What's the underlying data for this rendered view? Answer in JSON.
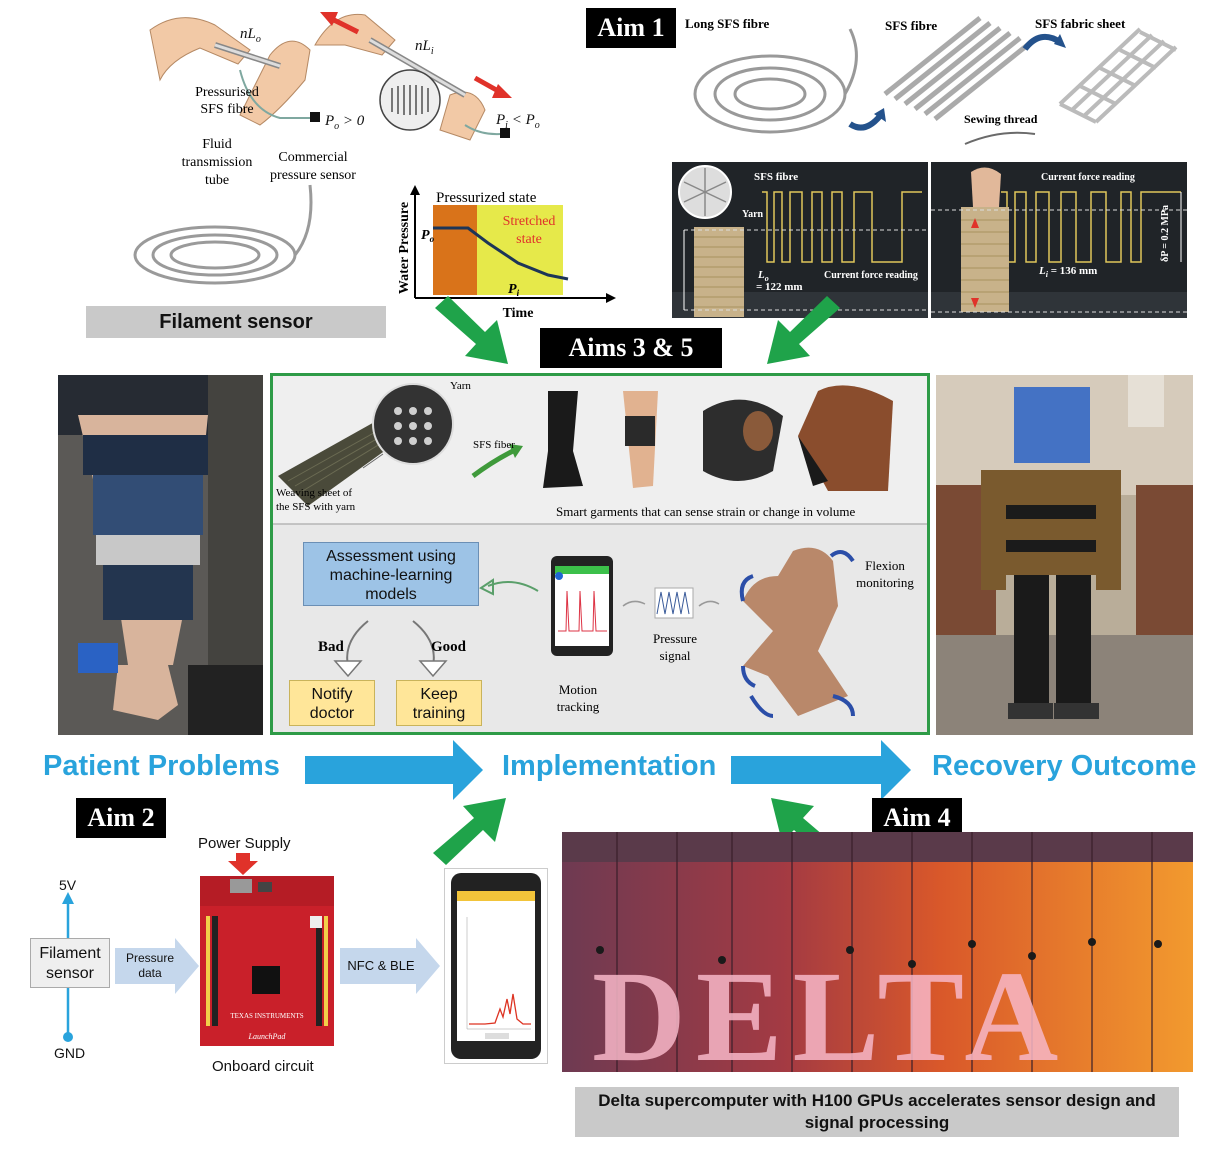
{
  "aims": {
    "aim1": "Aim 1",
    "aim2": "Aim 2",
    "aim35": "Aims 3 & 5",
    "aim4": "Aim 4"
  },
  "filament": {
    "nLo": "nL",
    "nLo_sub": "o",
    "nLi": "nL",
    "nLi_sub": "i",
    "pressurised": "Pressurised",
    "sfs_fibre": "SFS fibre",
    "fluid1": "Fluid",
    "fluid2": "transmission",
    "fluid3": "tube",
    "commercial1": "Commercial",
    "commercial2": "pressure sensor",
    "po_gt0": "P",
    "po_gt0_sub": "o",
    "po_gt0_rest": " > 0",
    "pi_lt": "P",
    "pi_lt_sub": "i",
    "pi_lt_rest": " < P",
    "pi_lt_sub2": "o",
    "caption": "Filament sensor"
  },
  "pressure_plot": {
    "ylabel": "Water Pressure",
    "xlabel": "Time",
    "pressurized": "Pressurized state",
    "stretched1": "Stretched",
    "stretched2": "state",
    "po": "P",
    "po_sub": "o",
    "pi": "P",
    "pi_sub": "i"
  },
  "aim1_panel": {
    "long_fibre": "Long SFS fibre",
    "sfs_fibre": "SFS fibre",
    "fabric_sheet": "SFS fabric sheet",
    "sewing_thread": "Sewing thread"
  },
  "force_photos": {
    "sfs_fibre": "SFS fibre",
    "yarn": "Yarn",
    "lo": "L",
    "lo_sub": "o",
    "lo_val": " = 122 mm",
    "current_force_left": "Current force reading",
    "current_force_right": "Current force reading",
    "li": "L",
    "li_sub": "i",
    "li_val": " = 136 mm",
    "delta_p": "δP = 0.2 MPa"
  },
  "implementation_panel": {
    "yarn": "Yarn",
    "sfs_fiber": "SFS fiber",
    "weaving1": "Weaving sheet of",
    "weaving2": "the SFS with yarn",
    "smart_garments": "Smart garments that can sense strain or change in volume",
    "assessment": "Assessment using machine-learning models",
    "bad": "Bad",
    "good": "Good",
    "notify": "Notify doctor",
    "keep": "Keep training",
    "smartphone": "Smartphone",
    "motion1": "Motion",
    "motion2": "tracking",
    "pressure_signal1": "Pressure",
    "pressure_signal2": "signal",
    "flexion1": "Flexion",
    "flexion2": "monitoring"
  },
  "stages": {
    "patient": "Patient Problems",
    "implementation": "Implementation",
    "recovery": "Recovery Outcome"
  },
  "aim2_panel": {
    "power_supply": "Power Supply",
    "v5": "5V",
    "gnd": "GND",
    "filament_sensor": "Filament sensor",
    "pressure_data": "Pressure data",
    "nfc_ble": "NFC & BLE",
    "onboard": "Onboard circuit",
    "ti": "TEXAS INSTRUMENTS",
    "launchpad": "LaunchPad"
  },
  "delta": {
    "word": "DELTA",
    "caption": "Delta supercomputer with H100 GPUs accelerates sensor design and signal processing"
  },
  "colors": {
    "stage_blue": "#29a3dc",
    "arrow_green": "#1fa34a",
    "panel_border": "#2e9b47"
  }
}
